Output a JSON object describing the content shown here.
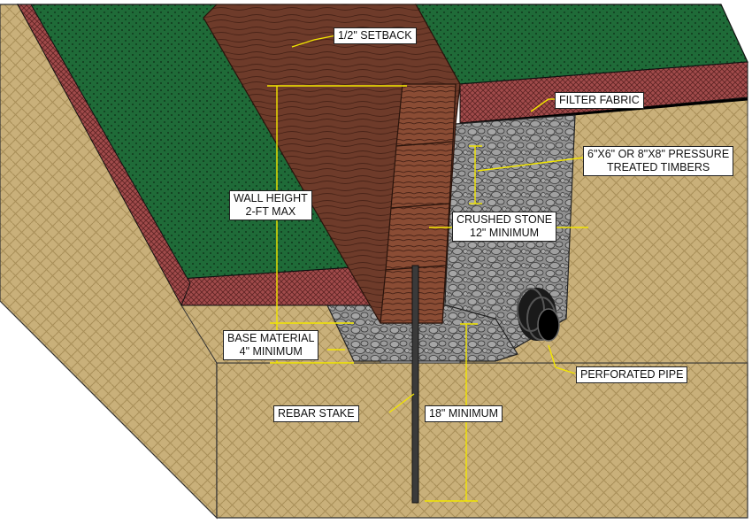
{
  "labels": {
    "setback": "1/2\" SETBACK",
    "filter_fabric": "FILTER FABRIC",
    "timbers_line1": "6\"X6\" OR 8\"X8\" PRESSURE",
    "timbers_line2": "TREATED TIMBERS",
    "wall_height_line1": "WALL HEIGHT",
    "wall_height_line2": "2-FT MAX",
    "crushed_stone_line1": "CRUSHED STONE",
    "crushed_stone_line2": "12\" MINIMUM",
    "base_material_line1": "BASE MATERIAL",
    "base_material_line2": "4\" MINIMUM",
    "perforated_pipe": "PERFORATED PIPE",
    "rebar_stake": "REBAR STAKE",
    "rebar_depth": "18\" MINIMUM"
  },
  "colors": {
    "soil": "#c9b07a",
    "soil_dark": "#b99e65",
    "grass": "#1f6b38",
    "topsoil": "#a14b4b",
    "timber": "#6e3b2a",
    "timber_light": "#8a4c34",
    "stone": "#8f8f8f",
    "dimension_line": "#f2e600",
    "pipe": "#1a1a1a"
  }
}
